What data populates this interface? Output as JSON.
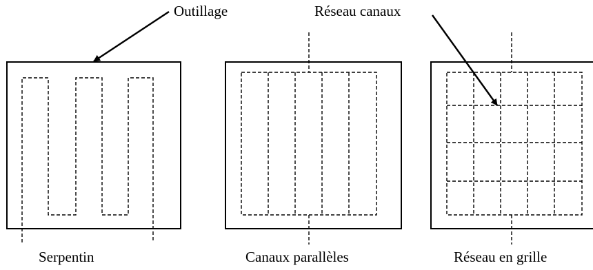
{
  "annotations": {
    "outillage": "Outillage",
    "reseau_canaux": "Réseau canaux"
  },
  "panels": {
    "serpentin": "Serpentin",
    "canaux_paralleles": "Canaux parallèles",
    "reseau_grille": "Réseau en grille"
  },
  "colors": {
    "stroke": "#000000",
    "background": "#ffffff"
  }
}
